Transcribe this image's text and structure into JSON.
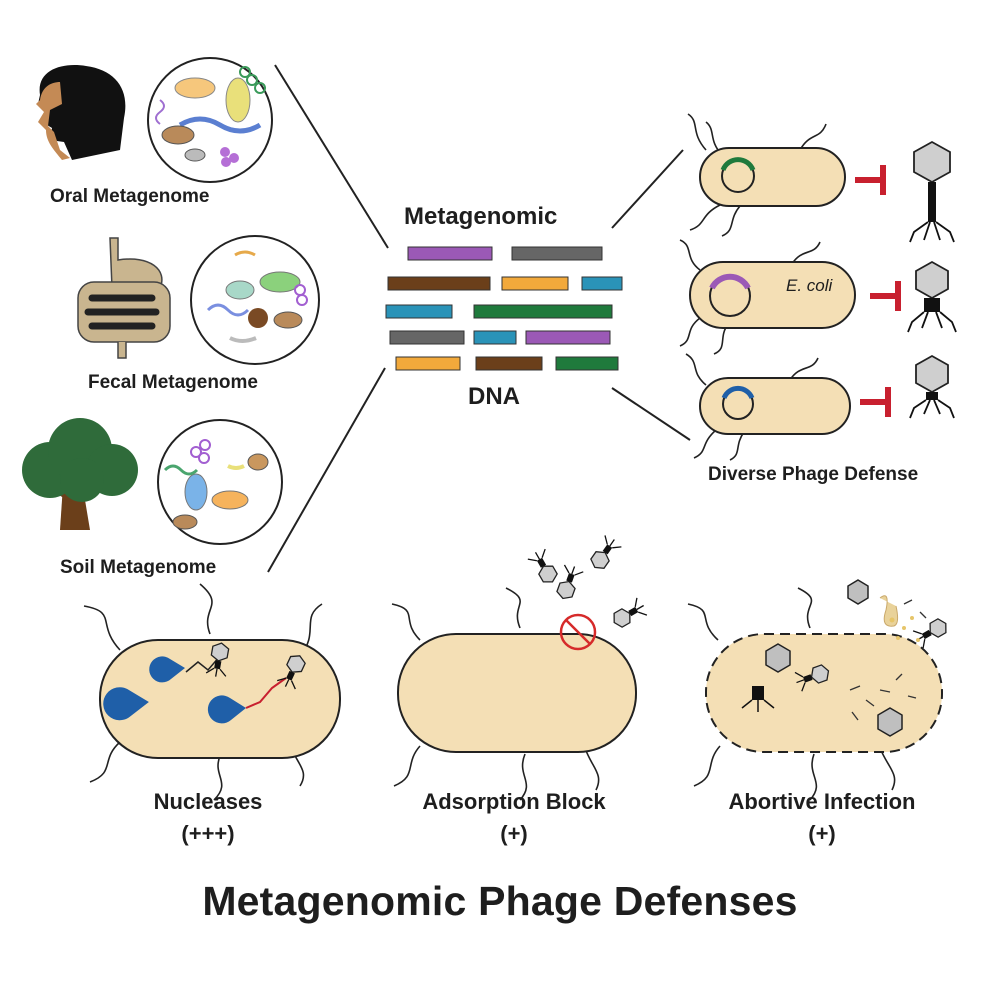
{
  "sources": [
    {
      "label": "Oral Metagenome",
      "icon": "human-head-icon"
    },
    {
      "label": "Fecal Metagenome",
      "icon": "intestine-icon"
    },
    {
      "label": "Soil Metagenome",
      "icon": "tree-icon"
    }
  ],
  "dna": {
    "label_top": "Metagenomic",
    "label_bottom": "DNA"
  },
  "defense": {
    "ecoli_label": "E. coli",
    "caption": "Diverse Phage Defense"
  },
  "mechanisms": [
    {
      "name": "Nucleases",
      "score": "(+++)"
    },
    {
      "name": "Adsorption Block",
      "score": "(+)"
    },
    {
      "name": "Abortive Infection",
      "score": "(+)"
    }
  ],
  "title": "Metagenomic Phage Defenses",
  "colors": {
    "cell_fill": "#f4dfb5",
    "inhibit_red": "#c8202f",
    "nuclease_blue": "#1f5fa8",
    "fragment_purple": "#9b59b6",
    "fragment_gray": "#666666",
    "fragment_brown": "#6b3f1a",
    "fragment_orange": "#f2a93b",
    "fragment_teal": "#2a93b8",
    "fragment_green": "#1f7a3c"
  }
}
